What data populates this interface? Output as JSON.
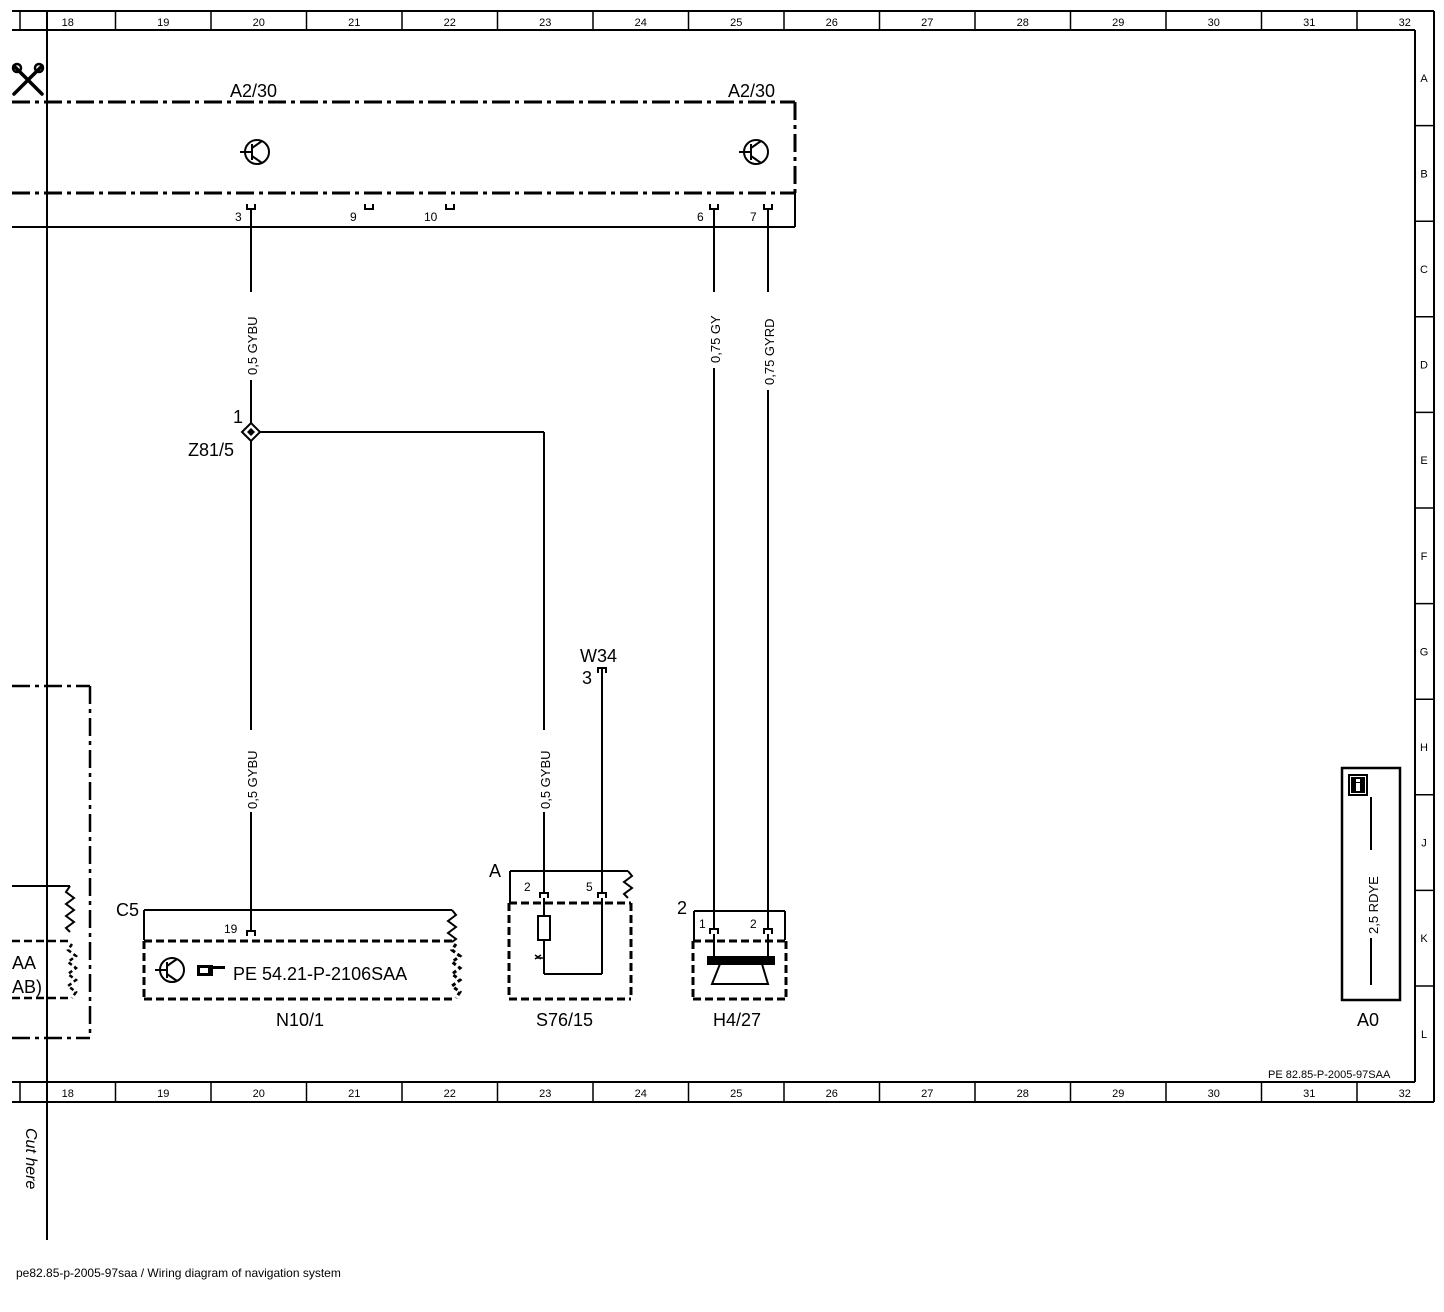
{
  "grid": {
    "columns": [
      "18",
      "19",
      "20",
      "21",
      "22",
      "23",
      "24",
      "25",
      "26",
      "27",
      "28",
      "29",
      "30",
      "31",
      "32"
    ],
    "rows": [
      "A",
      "B",
      "C",
      "D",
      "E",
      "F",
      "G",
      "H",
      "J",
      "K",
      "L"
    ]
  },
  "components": {
    "a2_30_left": "A2/30",
    "a2_30_right": "A2/30",
    "z81_5": "Z81/5",
    "z81_5_pin": "1",
    "w34": "W34",
    "w34_pin": "3",
    "n10_1": "N10/1",
    "n10_1_ref": "PE 54.21-P-2106SAA",
    "n10_1_connector": "C5",
    "n10_1_pin": "19",
    "s76_15": "S76/15",
    "s76_15_connector": "A",
    "s76_15_pin_a": "2",
    "s76_15_pin_b": "5",
    "h4_27": "H4/27",
    "h4_27_connector": "2",
    "h4_27_pin_a": "1",
    "h4_27_pin_b": "2",
    "a0": "A0",
    "aa": "AA",
    "ab": "AB)"
  },
  "pins": {
    "p3": "3",
    "p9": "9",
    "p10": "10",
    "p6": "6",
    "p7": "7"
  },
  "wires": {
    "w1": "0,5 GYBU",
    "w2": "0,5 GYBU",
    "w3": "0,5 GYBU",
    "w4": "0,75 GY",
    "w5": "0,75 GYRD",
    "w6": "2,5 RDYE"
  },
  "sheet_ref": "PE 82.85-P-2005-97SAA",
  "cut_here": "Cut here",
  "footer": "pe82.85-p-2005-97saa / Wiring diagram of navigation system"
}
